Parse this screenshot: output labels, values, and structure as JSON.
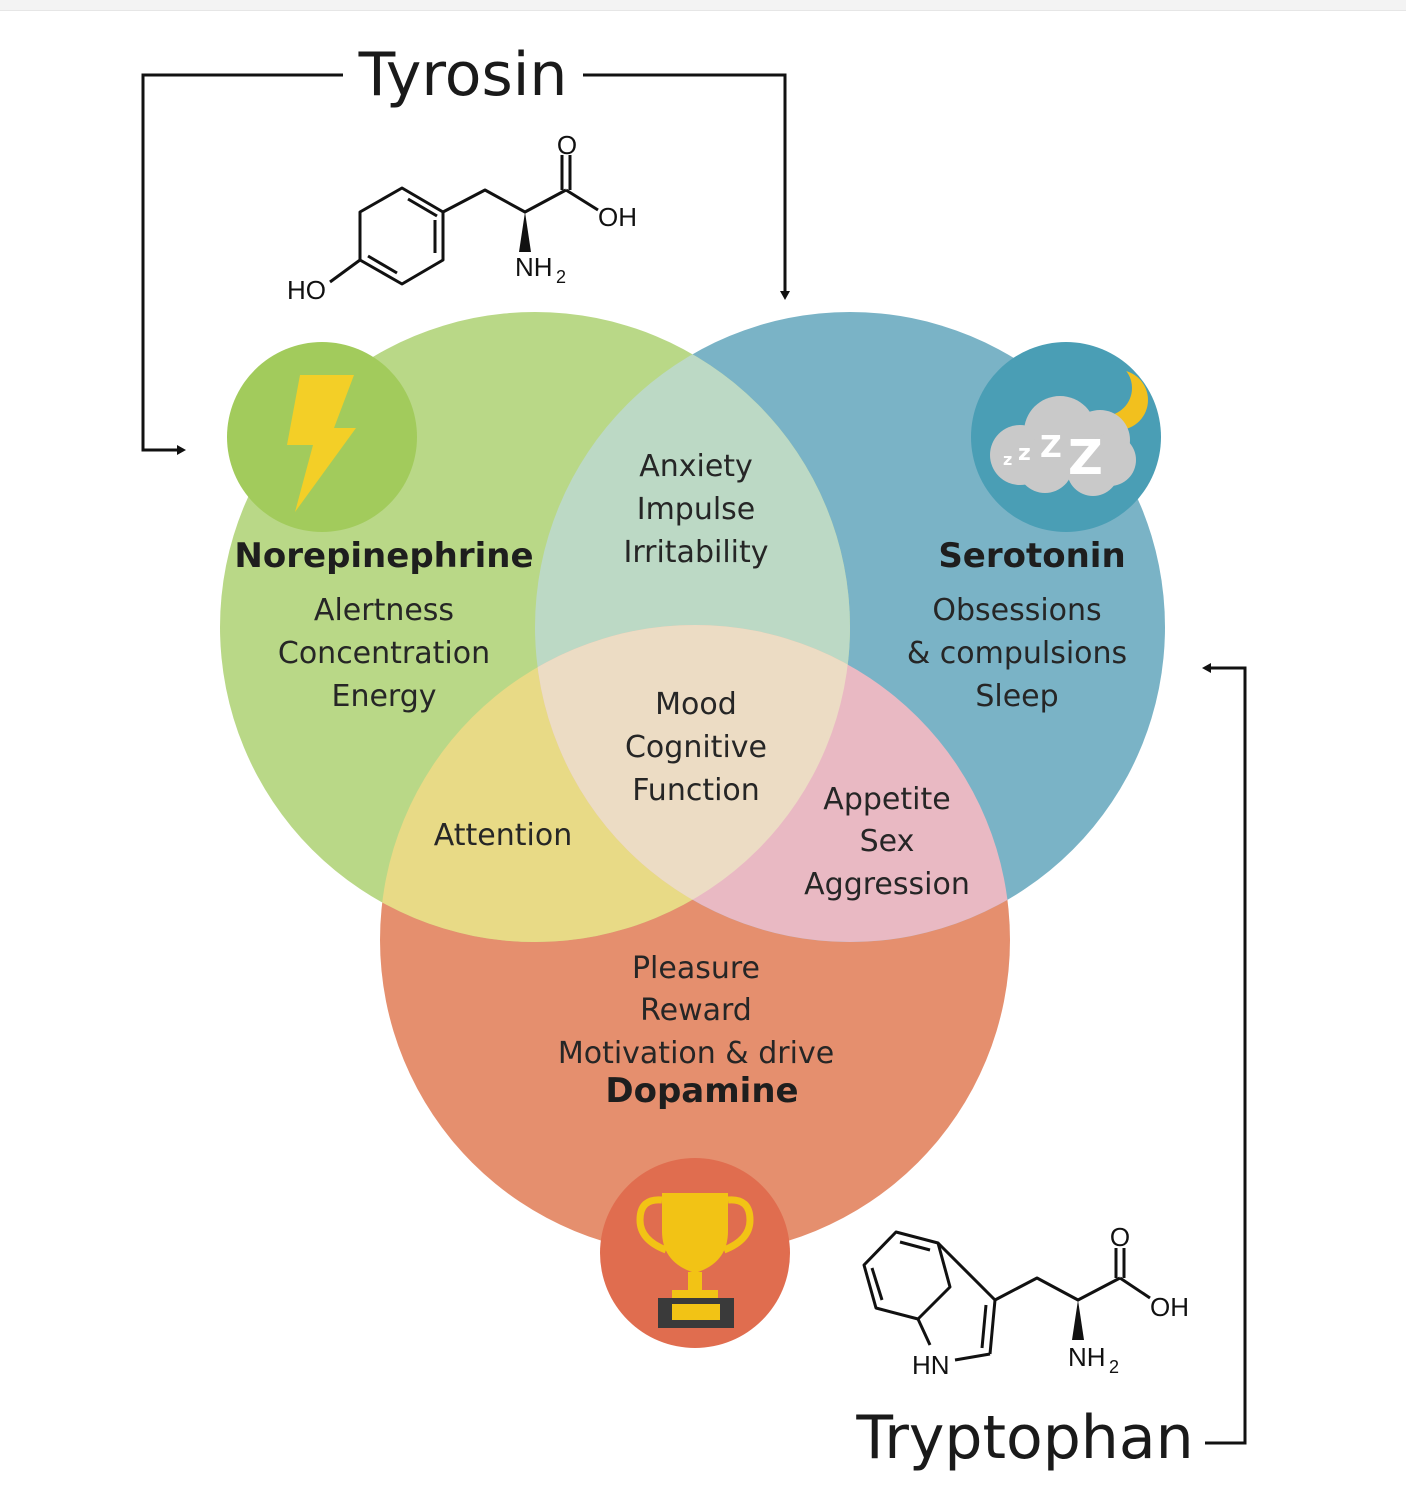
{
  "precursors": {
    "tyrosin": {
      "label": "Tyrosin",
      "atoms": {
        "o": "O",
        "oh": "OH",
        "nh": "NH",
        "sub2": "2",
        "ho": "HO"
      }
    },
    "tryptophan": {
      "label": "Tryptophan",
      "atoms": {
        "o": "O",
        "oh": "OH",
        "nh": "NH",
        "sub2": "2",
        "hn": "HN"
      }
    }
  },
  "circles": {
    "norepinephrine": {
      "title": "Norepinephrine",
      "items": [
        "Alertness",
        "Concentration",
        "Energy"
      ],
      "color": "#b9d887",
      "icon": "lightning-bolt-icon"
    },
    "serotonin": {
      "title": "Serotonin",
      "items": [
        "Obsessions",
        "& compulsions",
        "Sleep"
      ],
      "color": "#7ab3c6",
      "icon": "sleep-cloud-moon-icon"
    },
    "dopamine": {
      "title": "Dopamine",
      "items": [
        "Pleasure",
        "Reward",
        "Motivation & drive"
      ],
      "color": "#e58f6e",
      "icon": "trophy-icon"
    }
  },
  "overlaps": {
    "norepinephrine_serotonin": [
      "Anxiety",
      "Impulse",
      "Irritability"
    ],
    "norepinephrine_dopamine": [
      "Attention"
    ],
    "serotonin_dopamine": [
      "Appetite",
      "Sex",
      "Aggression"
    ],
    "center": [
      "Mood",
      "Cognitive",
      "Function"
    ]
  },
  "region_colors": {
    "ns": "#bcd9c5",
    "nd": "#e8da86",
    "sd": "#e9b9c3",
    "center": "#ecdcc4"
  }
}
